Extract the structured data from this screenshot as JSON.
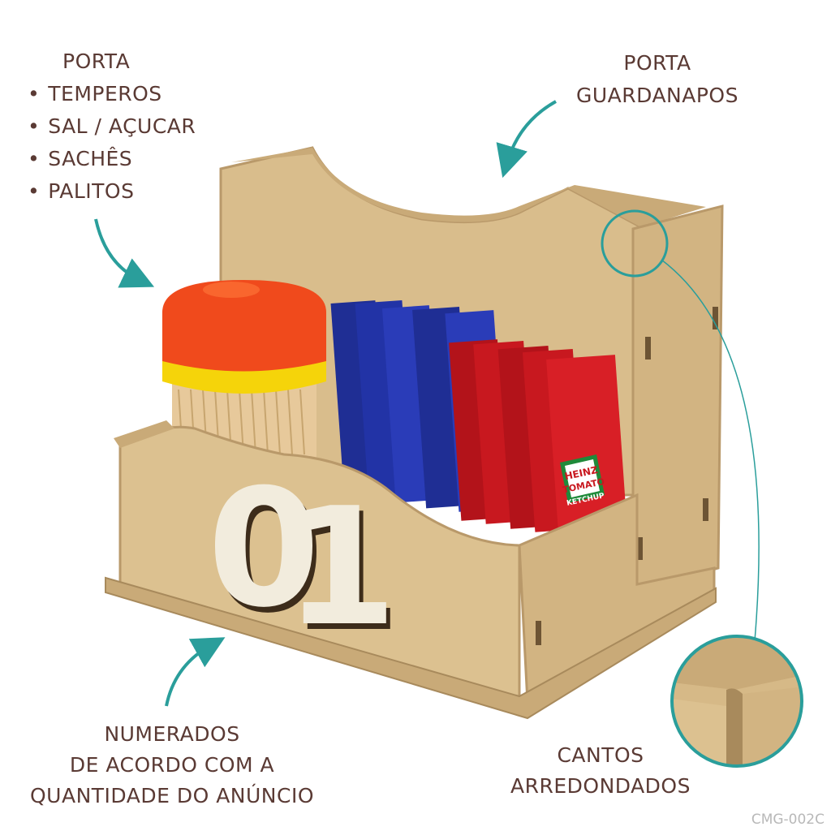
{
  "labels": {
    "top_left_title": "PORTA",
    "top_left_items": [
      "TEMPEROS",
      "SAL / AÇUCAR",
      "SACHÊS",
      "PALITOS"
    ],
    "top_right": [
      "PORTA",
      "GUARDANAPOS"
    ],
    "bottom_left": [
      "NUMERADOS",
      "DE ACORDO COM A",
      "QUANTIDADE DO ANÚNCIO"
    ],
    "bottom_right": [
      "CANTOS",
      "ARREDONDADOS"
    ]
  },
  "product": {
    "number_plate": "01",
    "toothpick_cap_color": "#f04a1c",
    "toothpick_band_color": "#f5d40a",
    "sachet_blue": "#2233a6",
    "sachet_red": "#d81f26",
    "sachet_brand": "HEINZ",
    "sachet_product": "TOMATO",
    "sachet_sub": "KETCHUP",
    "mdf_color": "#d9bd8c",
    "accent_teal": "#2a9e9b"
  },
  "footer": {
    "code": "CMG-002C"
  }
}
